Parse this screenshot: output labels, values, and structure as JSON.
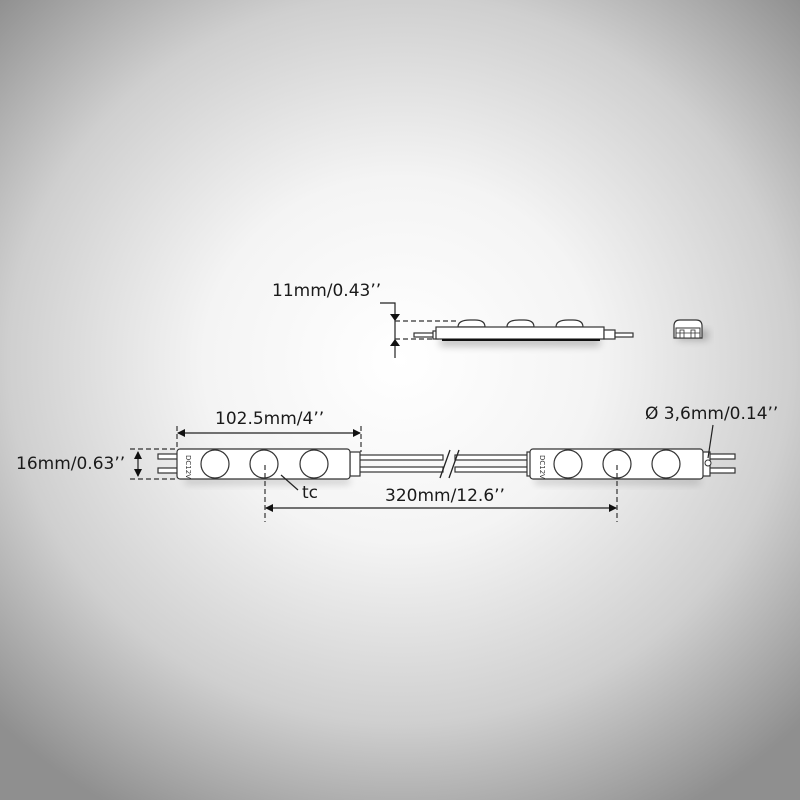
{
  "side_view": {
    "height_label": "11mm/0.43’’"
  },
  "top_view": {
    "module_length_label": "102.5mm/4’’",
    "module_width_label": "16mm/0.63’’",
    "pitch_label": "320mm/12.6’’",
    "center_label": "tc",
    "wire_diameter_label": "Ø 3,6mm/0.14’’",
    "module_marking": "DC12V"
  }
}
